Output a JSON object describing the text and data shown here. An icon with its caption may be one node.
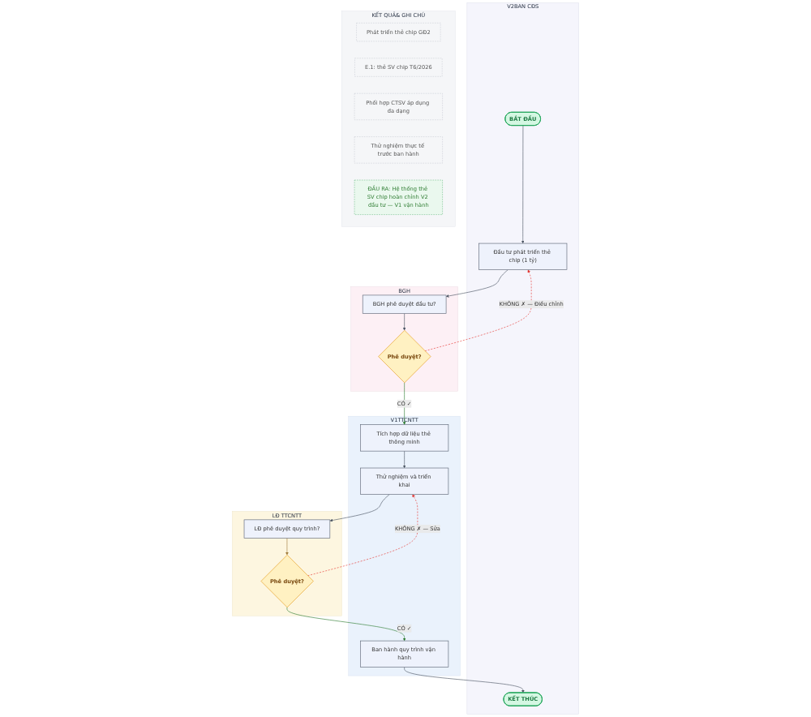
{
  "diagram": {
    "nodes": [
      {
        "text": [
          "V2BAN CĐS"
        ]
      },
      {
        "text": [
          "BẮT ĐẦU"
        ],
        "in": 0
      },
      {
        "text": [
          "Đầu tư phát triển thẻ chip (1 tỷ)"
        ],
        "in": 0
      },
      {
        "text": [
          "KẾT THÚC"
        ],
        "in": 0
      },
      {
        "text": [
          "BGH"
        ]
      },
      {
        "text": [
          "BGH phê duyệt đầu tư?"
        ],
        "in": 4
      },
      {
        "text": [
          "Phê duyệt?"
        ],
        "in": 4
      },
      {
        "text": [
          "V1TTCNTT"
        ]
      },
      {
        "text": [
          "Tích hợp dữ liệu thẻ thông minh"
        ],
        "in": 7
      },
      {
        "text": [
          "Thử nghiệm và triển khai"
        ],
        "in": 7
      },
      {
        "text": [
          "Ban hành quy trình vận hành"
        ],
        "in": 7
      },
      {
        "text": [
          "LĐ TTCNTT"
        ]
      },
      {
        "text": [
          "LĐ phê duyệt quy trình?"
        ],
        "in": 11
      },
      {
        "text": [
          "Phê duyệt?"
        ],
        "in": 11
      },
      {
        "text": [
          "KẾT QUẢ& GHI CHÚ"
        ]
      },
      {
        "text": [
          "Phát triển thẻ chip GĐ2"
        ],
        "in": 14
      },
      {
        "text": [
          "E.1: thẻ SV chip T6/2026"
        ],
        "in": 14
      },
      {
        "text": [
          "Phối hợp CTSV áp dụng đa dạng"
        ],
        "in": 14
      },
      {
        "text": [
          "Thử nghiệm thực tế trước ban hành"
        ],
        "in": 14
      },
      {
        "text": [
          "ĐẦU RA: Hệ thống thẻ SV chip hoàn chỉnh V2 đầu tư — V1 vận hành"
        ],
        "in": 14
      }
    ],
    "edges": [
      {
        "from": 1,
        "to": 2,
        "arrow": "to"
      },
      {
        "from": 2,
        "to": 5,
        "arrow": "to"
      },
      {
        "from": 5,
        "to": 6,
        "arrow": "to"
      },
      {
        "from": 6,
        "to": 8,
        "arrow": "to",
        "label": "CÓ ✓",
        "color": "#2e7d32"
      },
      {
        "from": 6,
        "to": 2,
        "arrow": "to",
        "label": "KHÔNG ✗ — Điều chỉnh",
        "style": "dashed",
        "color": "#e53935"
      },
      {
        "from": 8,
        "to": 9,
        "arrow": "to"
      },
      {
        "from": 9,
        "to": 12,
        "arrow": "to"
      },
      {
        "from": 12,
        "to": 13,
        "arrow": "to",
        "color": "#a07a3a"
      },
      {
        "from": 13,
        "to": 10,
        "arrow": "to",
        "label": "CÓ ✓",
        "color": "#2e7d32"
      },
      {
        "from": 13,
        "to": 9,
        "arrow": "to",
        "label": "KHÔNG ✗ — Sửa",
        "style": "dashed",
        "color": "#e53935"
      },
      {
        "from": 10,
        "to": 3,
        "arrow": "to"
      }
    ]
  }
}
